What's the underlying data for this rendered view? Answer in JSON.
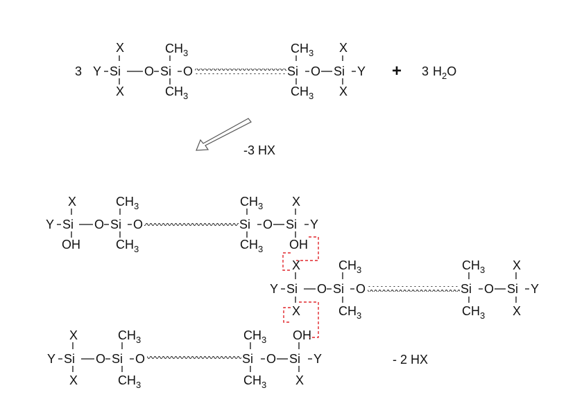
{
  "reaction": {
    "coefficient": "3",
    "plus": "+",
    "water_coefficient": "3",
    "water_H": "H",
    "water_2": "2",
    "water_O": "O",
    "step1_byproduct": "-3 HX",
    "step2_byproduct": "- 2 HX"
  },
  "atoms": {
    "Y": "Y",
    "Si": "Si",
    "O": "O",
    "X": "X",
    "C": "C",
    "H": "H",
    "sub3": "3",
    "OH": "OH"
  },
  "colors": {
    "ink": "#111111",
    "highlight": "#e0262b"
  }
}
